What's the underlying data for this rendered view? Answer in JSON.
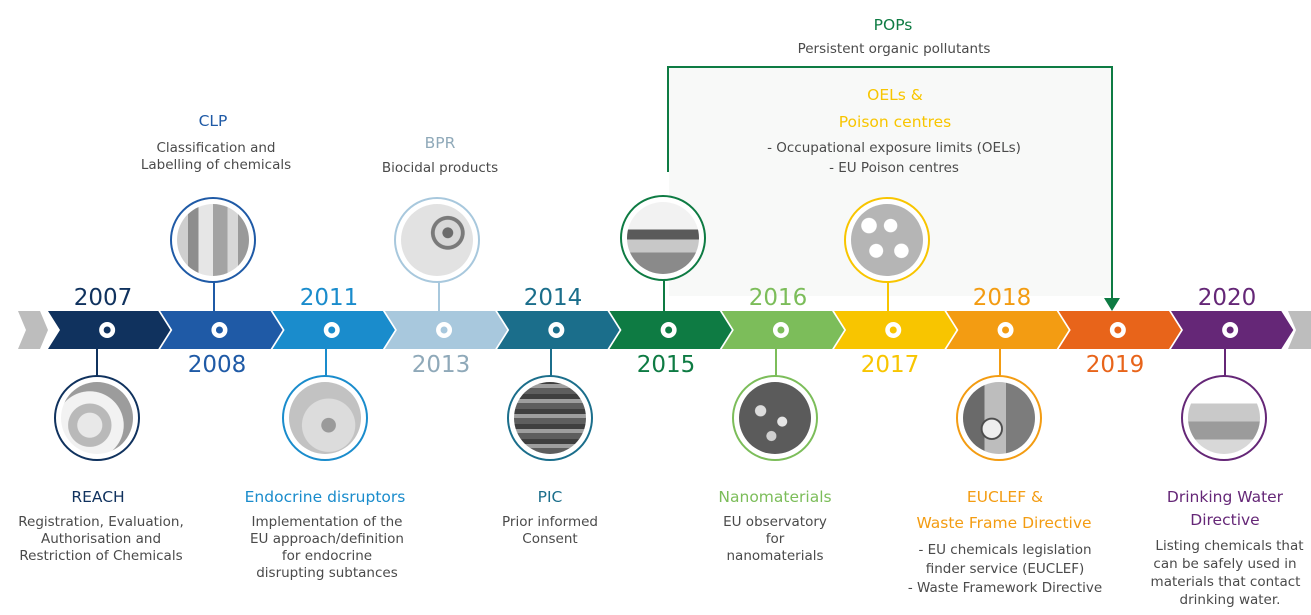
{
  "colors": {
    "c2007": "#10325e",
    "c2008": "#1f5aa6",
    "c2011": "#1a8ccc",
    "c2013": "#a8c8dd",
    "c2014": "#1b6e8b",
    "c2015": "#0e7b43",
    "c2016": "#7cbd5a",
    "c2017": "#f8c500",
    "c2018": "#f39c12",
    "c2019": "#e8641a",
    "c2020": "#652777",
    "gray": "#bdbdbd"
  },
  "years": {
    "y2007": "2007",
    "y2008": "2008",
    "y2011": "2011",
    "y2013": "2013",
    "y2014": "2014",
    "y2015": "2015",
    "y2016": "2016",
    "y2017": "2017",
    "y2018": "2018",
    "y2019": "2019",
    "y2020": "2020"
  },
  "items": {
    "reach": {
      "title": "REACH",
      "desc": "Registration, Evaluation, Authorisation and Restriction of Chemicals",
      "icon": "lab-glassware-photo"
    },
    "clp": {
      "title": "CLP",
      "desc": "Classification and Labelling of chemicals",
      "icon": "cleaning-bottles-photo"
    },
    "endocrine": {
      "title": "Endocrine disruptors",
      "desc": "Implementation of the EU approach/definition for endocrine disrupting subtances",
      "icon": "thyroid-photo"
    },
    "bpr": {
      "title": "BPR",
      "desc": "Biocidal products",
      "icon": "bacteria-photo"
    },
    "pic": {
      "title": "PIC",
      "desc": "Prior informed Consent",
      "icon": "shipping-containers-photo"
    },
    "pops": {
      "title": "POPs",
      "desc": "Persistent organic pollutants",
      "icon": "lake-landscape-photo"
    },
    "nano": {
      "title": "Nanomaterials",
      "desc": "EU observatory for nanomaterials",
      "icon": "molecule-network-photo"
    },
    "oels": {
      "title_line1": "OELs &",
      "title_line2": "Poison centres",
      "desc_line1": "- Occupational exposure limits (OELs)",
      "desc_line2": "- EU Poison centres",
      "icon": "pills-blister-photo"
    },
    "euclef": {
      "title_line1": "EUCLEF &",
      "title_line2": "Waste Frame Directive",
      "desc_line1": "- EU chemicals legislation",
      "desc_line2": "finder service (EUCLEF)",
      "desc_line3": "- Waste Framework Directive",
      "icon": "industrial-gauges-photo"
    },
    "water": {
      "title_line1": "Drinking Water",
      "title_line2": "Directive",
      "desc_line1": "Listing chemicals that",
      "desc_line2": "can be safely used in",
      "desc_line3": "materials that contact",
      "desc_line4": "drinking water.",
      "icon": "water-glass-photo"
    }
  }
}
